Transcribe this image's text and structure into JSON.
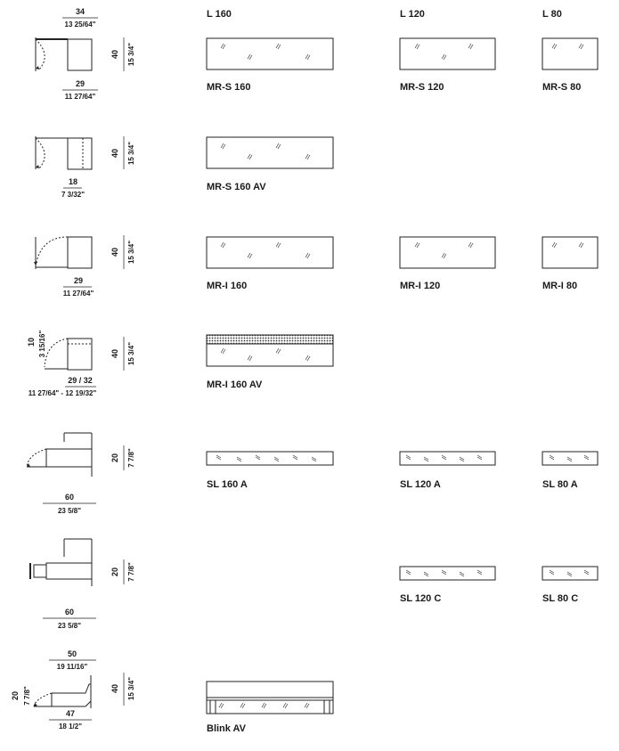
{
  "columns": [
    "L 160",
    "L 120",
    "L 80"
  ],
  "models": {
    "mrs160": "MR-S 160",
    "mrs120": "MR-S 120",
    "mrs80": "MR-S 80",
    "mrs160av": "MR-S 160 AV",
    "mri160": "MR-I 160",
    "mri120": "MR-I 120",
    "mri80": "MR-I 80",
    "mri160av": "MR-I 160 AV",
    "sl160a": "SL 160 A",
    "sl120a": "SL 120 A",
    "sl80a": "SL 80 A",
    "sl120c": "SL 120 C",
    "sl80c": "SL 80 C",
    "blinkav": "Blink AV"
  },
  "dims": {
    "r1_top": "34",
    "r1_top_f": "13 25/64\"",
    "r1_side": "40",
    "r1_side_f": "15 3/4\"",
    "r1_bot": "29",
    "r1_bot_f": "11 27/64\"",
    "r2_side": "40",
    "r2_side_f": "15 3/4\"",
    "r2_bot": "18",
    "r2_bot_f": "7 3/32\"",
    "r3_side": "40",
    "r3_side_f": "15 3/4\"",
    "r3_bot": "29",
    "r3_bot_f": "11 27/64\"",
    "r4_top": "10",
    "r4_top_f": "3 15/16\"",
    "r4_side": "40",
    "r4_side_f": "15 3/4\"",
    "r4_bot": "29 / 32",
    "r4_bot_f": "11 27/64\" - 12 19/32\"",
    "r5_side": "20",
    "r5_side_f": "7 7/8\"",
    "r5_bot": "60",
    "r5_bot_f": "23 5/8\"",
    "r6_side": "20",
    "r6_side_f": "7 7/8\"",
    "r6_bot": "60",
    "r6_bot_f": "23 5/8\"",
    "r7_top": "50",
    "r7_top_f": "19 11/16\"",
    "r7_left": "20",
    "r7_left_f": "7 7/8\"",
    "r7_side": "40",
    "r7_side_f": "15 3/4\"",
    "r7_bot": "47",
    "r7_bot_f": "18 1/2\""
  }
}
